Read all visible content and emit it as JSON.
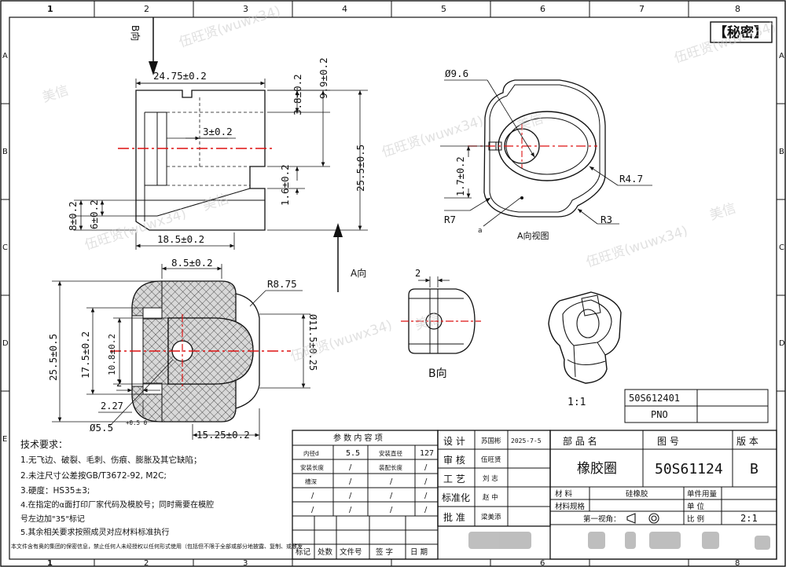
{
  "secret_tag": "【秘密】",
  "frame": {
    "col_labels": [
      "1",
      "2",
      "3",
      "4",
      "5",
      "6",
      "7",
      "8"
    ],
    "row_labels": [
      "A",
      "B",
      "C",
      "D",
      "E"
    ]
  },
  "views": {
    "b_direction_arrow": "B向",
    "a_direction_arrow": "A向",
    "a_view_title": "A向视图",
    "b_view_title": "B向",
    "iso_scale": "1:1",
    "a_mark": "a"
  },
  "dims": {
    "width_top": "24.75±0.2",
    "d_3_8": "3.8±0.2",
    "d_9_9": "9.9±0.2",
    "d_3": "3±0.2",
    "d_25_5_right": "25.5±0.5",
    "d_1_6": "1.6±0.2",
    "d_8": "8±0.2",
    "d_6": "6±0.2",
    "d_18_5": "18.5±0.2",
    "d_8_5": "8.5±0.2",
    "d_R8_75": "R8.75",
    "d_25_5_left": "25.5±0.5",
    "d_17_5": "17.5±0.2",
    "d_10_8": "10.8±0.2",
    "d_11_5": "Ø11.5±0.25",
    "d_2_left": "2",
    "d_2_27": "2.27",
    "d_phi5_5": "Ø5.5",
    "d_phi5_5_tol": "+0.5 0",
    "d_15_25": "15.25±0.2",
    "d_phi9_6": "Ø9.6",
    "d_R4_7": "R4.7",
    "d_1_7": "1.7±0.2",
    "d_R7": "R7",
    "d_R3": "R3",
    "d_2_b": "2"
  },
  "tech": {
    "title": "技术要求：",
    "items": [
      "1.无飞边、破裂、毛刺、伤痕、膨胀及其它缺陷；",
      "2.未注尺寸公差按GB/T3672-92, M2C;",
      "3.硬度：HS35±3;",
      "4.在指定的α面打印厂家代码及模胶号；同时需要在模腔",
      "号左边加\"35\"标记",
      "5.其余相关要求按照成灵对应材料标准执行"
    ],
    "footer_note": "本文件含有奥的集团的保密信息，禁止任何人未经授权以任何形式使用（包括但不限于全部或部分地披露、复制、或散发"
  },
  "params": {
    "title": "参 数 内 容 项",
    "rows": [
      [
        "内径d",
        "5.5",
        "安装直径",
        "127"
      ],
      [
        "安装长度",
        "/",
        "装配长度",
        "/"
      ],
      [
        "槽深",
        "/",
        "/",
        "/"
      ],
      [
        "/",
        "/",
        "/",
        "/"
      ],
      [
        "/",
        "/",
        "/",
        "/"
      ]
    ],
    "revision_headers": [
      "标记",
      "处数",
      "文件号",
      "签 字",
      "日 期"
    ]
  },
  "signoff": {
    "rows": [
      {
        "role": "设 计",
        "name": "苏国彬",
        "date": "2025-7-5"
      },
      {
        "role": "审 核",
        "name": "伍旺贤",
        "date": ""
      },
      {
        "role": "工 艺",
        "name": "刘 志",
        "date": ""
      },
      {
        "role": "标准化",
        "name": "赵 中",
        "date": ""
      },
      {
        "role": "批 准",
        "name": "梁美添",
        "date": ""
      }
    ]
  },
  "title_block": {
    "part_name_label": "部 品 名",
    "drawing_no_label": "图 号",
    "version_label": "版 本",
    "part_name": "橡胶圈",
    "drawing_no": "50S61124",
    "version": "B",
    "material_label": "材 料",
    "material": "硅橡胶",
    "material_spec_label": "材料规格",
    "unit_qty_label": "单件用量",
    "unit_label": "单 位",
    "projection_label": "第一视角：",
    "scale_label": "比 例",
    "scale": "2:1",
    "ref_part_no": "50S612401",
    "pno_label": "PNO"
  },
  "watermark": {
    "text_a": "伍旺贤(wuwx34)",
    "text_b": "美信"
  }
}
